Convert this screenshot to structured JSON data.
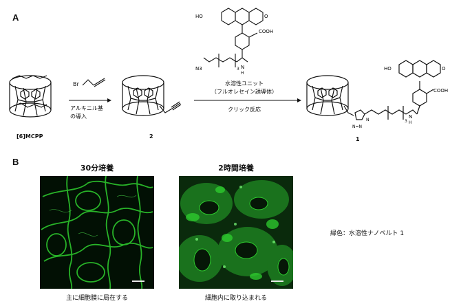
{
  "panel_a": {
    "label": "A",
    "compound_mcpp_label": "[6]MCPP",
    "compound_2_label": "2",
    "compound_1_label": "1",
    "step1": {
      "reagent": "Br",
      "condition_line1": "アルキニル基",
      "condition_line2": "の導入"
    },
    "step2": {
      "reagent_subscript": "3",
      "reagent_azide": "N3",
      "reagent_amide_h": "H",
      "reagent_n": "N",
      "reagent_oh": "HO",
      "reagent_o": "O",
      "reagent_cooh": "COOH",
      "unit_line1": "水溶性ユニット",
      "unit_line2": "（フルオレセイン誘導体）",
      "reaction_name": "クリック反応"
    },
    "product": {
      "oh": "HO",
      "o": "O",
      "cooh": "COOH",
      "subscript": "3",
      "nh": "N",
      "h": "H",
      "triazole": "N=N",
      "triazole_n": "N"
    }
  },
  "panel_b": {
    "label": "B",
    "left_title": "30分培養",
    "right_title": "2時間培養",
    "left_caption": "主に細胞膜に局在する",
    "right_caption": "細胞内に取り込まれる",
    "legend": "緑色：水溶性ナノベルト 1"
  },
  "colors": {
    "fluorescence": "#2fd02f",
    "background_dark": "#021004"
  }
}
